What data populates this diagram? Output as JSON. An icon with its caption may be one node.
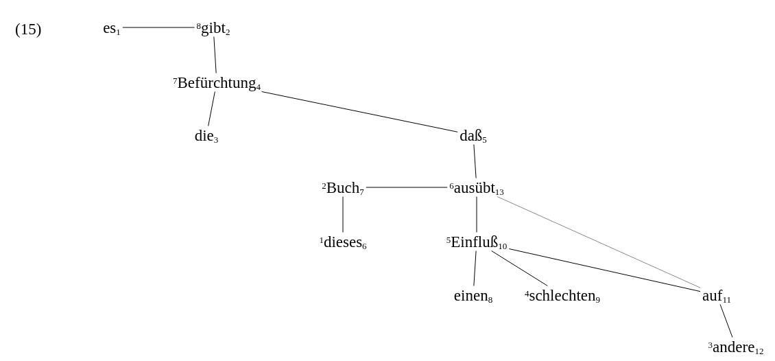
{
  "diagram": {
    "nodes": [
      {
        "text": [
          "es$_{1}$"
        ]
      },
      {
        "text": [
          "$^{8}$gibt$_{2}$"
        ]
      },
      {
        "text": [
          "$^{7}$Befürchtung$_{4}$"
        ]
      },
      {
        "text": [
          "die$_{3}$"
        ]
      },
      {
        "text": [
          "daß$_{5}$"
        ]
      },
      {
        "text": [
          "$^{2}$Buch$_{7}$"
        ]
      },
      {
        "text": [
          "$^{6}$ausübt$_{13}$"
        ]
      },
      {
        "text": [
          "$^{1}$dieses$_{6}$"
        ]
      },
      {
        "text": [
          "$^{5}$Einfluß$_{10}$"
        ]
      },
      {
        "text": [
          "einen$_{8}$"
        ]
      },
      {
        "text": [
          "$^{4}$schlechten$_{9}$"
        ]
      },
      {
        "text": [
          "auf$_{11}$"
        ]
      },
      {
        "text": [
          "$^{3}$andere$_{12}$"
        ]
      }
    ],
    "edges": [
      {
        "from": 0,
        "to": 1,
        "arrow": "none"
      },
      {
        "from": 1,
        "to": 2,
        "arrow": "none"
      },
      {
        "from": 2,
        "to": 3,
        "arrow": "none"
      },
      {
        "from": 2,
        "to": 4,
        "arrow": "none"
      },
      {
        "from": 4,
        "to": 6,
        "arrow": "none"
      },
      {
        "from": 5,
        "to": 6,
        "arrow": "none"
      },
      {
        "from": 5,
        "to": 7,
        "arrow": "none"
      },
      {
        "from": 6,
        "to": 8,
        "arrow": "none"
      },
      {
        "from": 6,
        "to": 11,
        "arrow": "none",
        "color": "#888888"
      },
      {
        "from": 8,
        "to": 9,
        "arrow": "none"
      },
      {
        "from": 8,
        "to": 10,
        "arrow": "none"
      },
      {
        "from": 8,
        "to": 11,
        "arrow": "none"
      },
      {
        "from": 11,
        "to": 12,
        "arrow": "none"
      }
    ],
    "labels": [
      "(15)"
    ]
  }
}
